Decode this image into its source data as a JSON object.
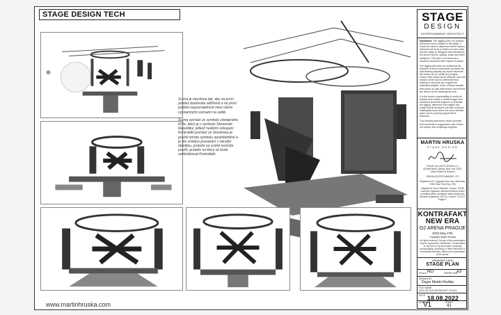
{
  "sheet": {
    "title": "STAGE DESIGN TECH",
    "website": "www.martinhruska.com"
  },
  "description": {
    "paragraph1": "Scéna je navržena tak, aby na první pohled zbudovala odlišnost a na první pohled rozpoznatelnost mezi všemi významnými scénami na světě.",
    "paragraph2": "Scéna vychází ze symbolu zdvojeného kříže, který je v symbolu Slovenské Republiky; jelikož hudební uskupení Kontrafakt pochází ze Slovenska je použití tohoto symbolu opodstatněné a je tím získáno provázání s národní identitou, protože na scéně nemůže použít, protože na který už bude symbolizovat Kontrafakt."
  },
  "titleblock": {
    "logo_main": "STAGE",
    "logo_sub": "DESIGN",
    "logo_tag": "ENTERTAINMENT ARCHITECT",
    "disclaimer_heading": "Disclaimer:",
    "disclaimer_1": "The rigging plot is for position reference only in relation to the stage. It should be used to determine where various elements are hung in relation to each other and the stage as designed and intended by the show's scenic, lighting, audio and video designers. This plot is not meant as a structural document with respect to safety.",
    "disclaimer_2": "The rigging plot does not certify that the structure is sound and picked up within the load bearing capacity as project hardware. We further do not certify any weights shown; they shown as an estimate only and should not be used to determine final building or structure can support the estimated weights. Some of these weights were given as fully built trusses and fixtures are shown on the drawings as such.",
    "disclaimer_3": "It is the show's responsibility to certify all weights and employ a certified rigger and structural/ structural engineer to evaluate the rigging, determine the weights and certify that all structures are safe and each building/structure where the show will take place and is properly support these elements.",
    "disclaimer_4": "This drawing represents visual concepts and construction suggestions only. It does not replace the knowledge engineer.",
    "designer_name": "MARTIN HRUSKA",
    "designer_sub": "STAGE DESIGN",
    "address_lines": [
      "STAGE and LIGHT DESIGN LLC",
      "40 Wall Street, Albany, New York 12207",
      "United States of America",
      "HRUSKA ENTERTAINMENT LTD",
      "Registered NY Copyright New York, Brnenska, 70261 New York City, USA",
      "Registered Czech Republic, Europe, DSHB Licensed organised operated between works permitted within a designer skills earned and licensed Registered 100 Ltd. Licence 71/23.17 Prague 7"
    ],
    "project_title_1": "KONTRAFAKT",
    "project_title_2": "NEW ERA",
    "venue": "O2 ARENA PRAGUE",
    "show_date": "2023 May 27th",
    "byline": "Copyright Martin Hruška",
    "rights_text": "All rights reserved. No part of this presentation may be reproduced, distributed, or transmitted in any form or by any means, including photocopying, recording, or other electronic or mechanical methods, without prior permission of the author.",
    "drawing_view_label": "DRAWING VIEW",
    "drawing_title": "STAGE PLAN",
    "scale_label": "SCALE",
    "scale_value": "NO",
    "paper_label": "PAPER SIZE",
    "paper_value": "A3",
    "drawn_by_label": "DRAWN BY",
    "drawn_by_value": "Dsgnr Martin Hruška",
    "file_label": "FILE NAME",
    "file_value": "2022-08-18 KONTRAFAKT STUDY",
    "date_label": "DATE",
    "date_value": "18.08.2022",
    "version_label": "VERSION",
    "version_value": "V1",
    "sheet_label": "SHEET",
    "sheet_value": "41"
  }
}
